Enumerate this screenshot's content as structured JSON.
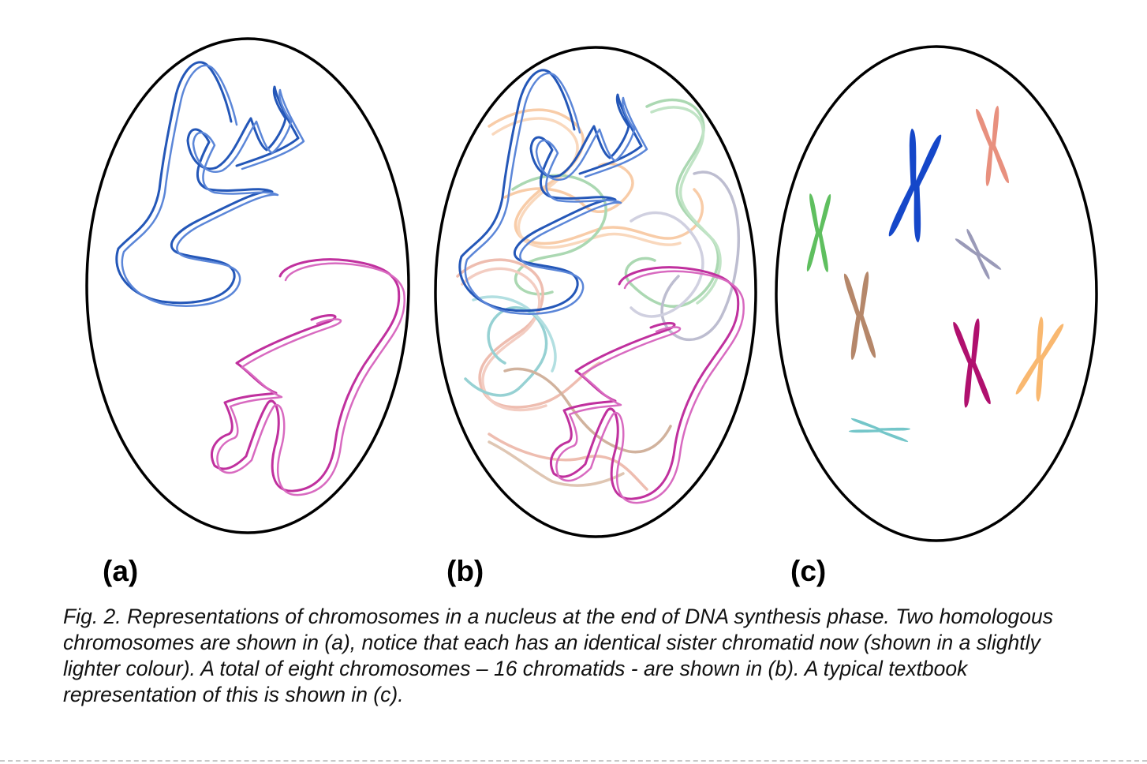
{
  "figure": {
    "panels": [
      {
        "id": "a",
        "label": "(a)"
      },
      {
        "id": "b",
        "label": "(b)"
      },
      {
        "id": "c",
        "label": "(c)"
      }
    ],
    "colors": {
      "outline": "#000000",
      "blue": "#2457b8",
      "magenta": "#c0309e",
      "orange": "#f5b27a",
      "green": "#7fc48a",
      "salmon": "#e69a86",
      "teal": "#5fb9bd",
      "lavender": "#9a9ab8",
      "brown": "#b98a6a",
      "c_blue": "#1547c9",
      "c_salmon": "#e8907e",
      "c_green": "#5fbf5f",
      "c_gray": "#9a9ab8",
      "c_brown": "#b5876a",
      "c_magenta": "#b0106e",
      "c_orange": "#f9b870",
      "c_teal": "#74c6c9"
    },
    "caption": "Fig. 2.  Representations of chromosomes in a nucleus at the end of DNA synthesis phase.  Two homologous chromosomes are shown in (a), notice that each has an identical sister chromatid now (shown in a slightly lighter colour).  A  total of eight chromosomes – 16 chromatids - are shown in (b).  A typical textbook representation of this is shown in (c)."
  }
}
